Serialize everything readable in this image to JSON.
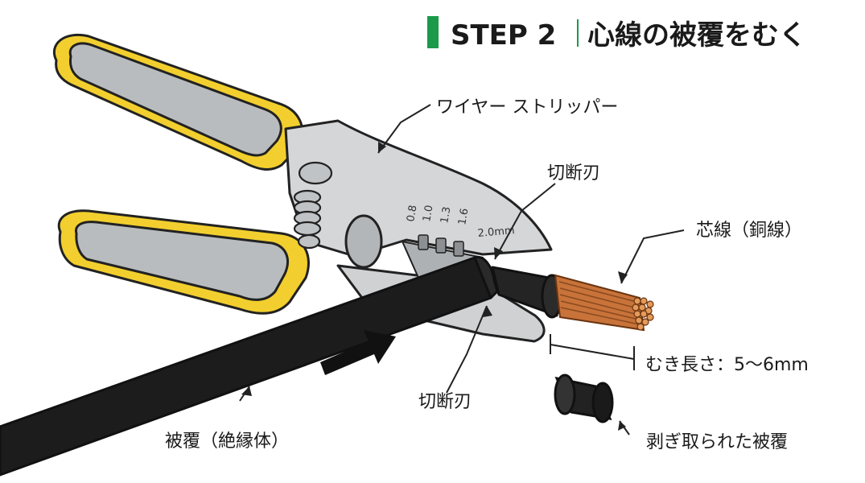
{
  "header": {
    "step": "STEP 2",
    "title": "心線の被覆をむく",
    "accent_color": "#1a9a4a"
  },
  "labels": {
    "tool": "ワイヤー ストリッパー",
    "blade_top": "切断刃",
    "blade_bottom": "切断刃",
    "core": "芯線（銅線）",
    "strip_length": "むき長さ：5〜6mm",
    "removed": "剥ぎ取られた被覆",
    "insulation": "被覆（絶縁体）"
  },
  "gauge_scale": [
    "0.8",
    "1.0",
    "1.3",
    "1.6",
    "2.0mm"
  ],
  "colors": {
    "handle_yellow": "#f2cf2e",
    "handle_grip": "#b9bcbf",
    "metal": "#d4d6d8",
    "cable": "#1c1c1c",
    "copper": "#c8733a"
  }
}
